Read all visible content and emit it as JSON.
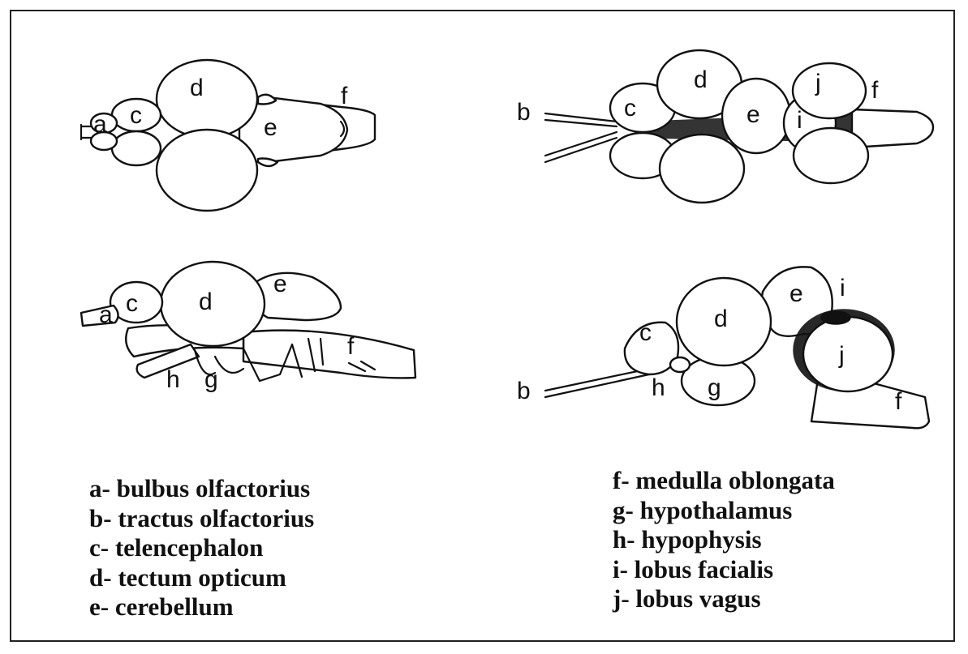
{
  "figures": {
    "fig1": [
      "a",
      "c",
      "d",
      "e",
      "f"
    ],
    "fig2": [
      "b",
      "c",
      "d",
      "e",
      "f",
      "i",
      "j"
    ],
    "fig3": [
      "a",
      "c",
      "d",
      "e",
      "f",
      "g",
      "h"
    ],
    "fig4": [
      "b",
      "c",
      "d",
      "e",
      "f",
      "g",
      "h",
      "i",
      "j"
    ]
  },
  "legend": {
    "left": [
      "a- bulbus olfactorius",
      "b- tractus olfactorius",
      "c- telencephalon",
      "d- tectum opticum",
      "e- cerebellum"
    ],
    "right": [
      "f- medulla oblongata",
      "g- hypothalamus",
      "h- hypophysis",
      "i- lobus facialis",
      "j- lobus vagus"
    ]
  }
}
